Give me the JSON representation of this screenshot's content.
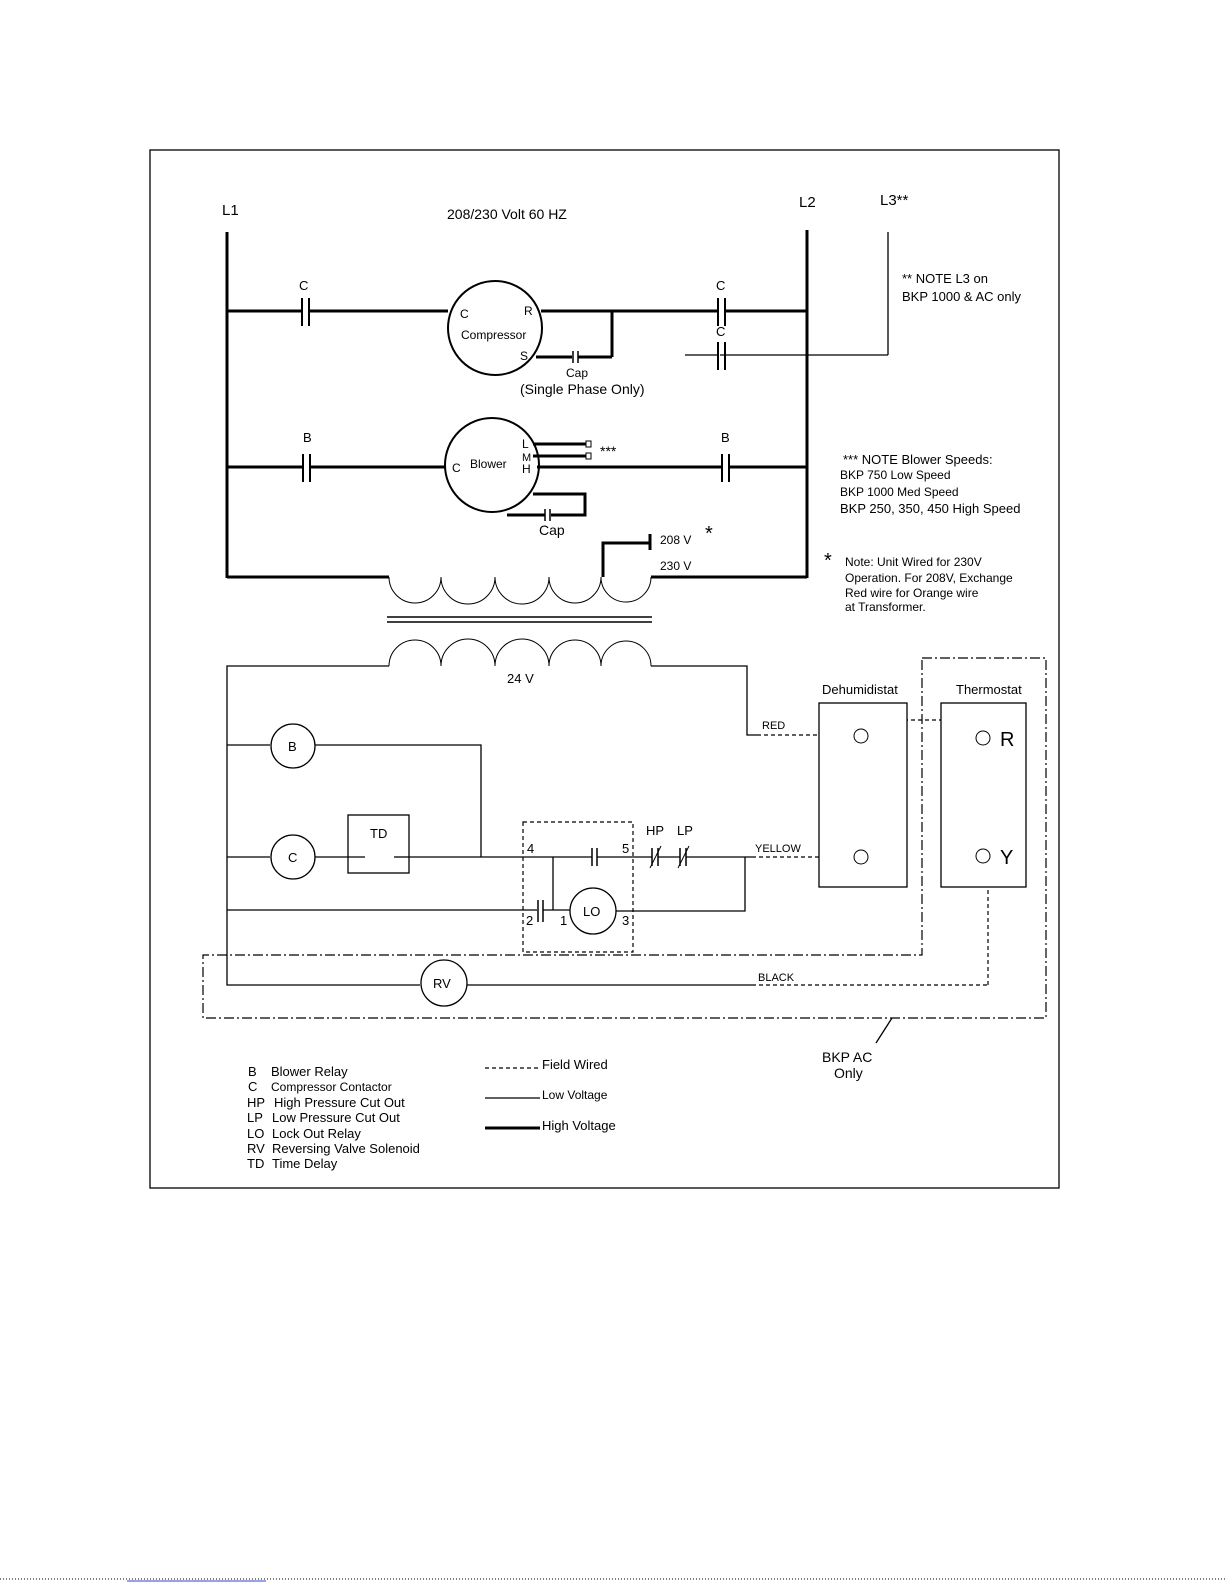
{
  "header": {
    "l1": "L1",
    "l2": "L2",
    "l3": "L3**",
    "supply": "208/230 Volt  60 HZ"
  },
  "notes": {
    "l3_note_line1": "**  NOTE   L3 on",
    "l3_note_line2": "BKP 1000 & AC only",
    "blower_note_title": "***  NOTE  Blower Speeds:",
    "blower_note_lines": [
      "BKP 750 Low Speed",
      "BKP 1000 Med Speed",
      "BKP 250, 350, 450 High Speed"
    ],
    "star": "*",
    "xfmr_note_lines": [
      "Note: Unit Wired for 230V",
      "Operation. For 208V, Exchange",
      "Red wire for Orange wire",
      "at Transformer."
    ]
  },
  "components": {
    "contactor_c": "C",
    "contactor_b": "B",
    "compressor": {
      "name": "Compressor",
      "c": "C",
      "r": "R",
      "s": "S",
      "cap": "Cap",
      "single_phase": "(Single Phase Only)"
    },
    "blower": {
      "name": "Blower",
      "c": "C",
      "l": "L",
      "m": "M",
      "h": "H",
      "stars": "***",
      "cap": "Cap"
    },
    "transformer": {
      "tap_208": "208 V",
      "tap_230": "230 V",
      "secondary": "24 V"
    },
    "relay_b": "B",
    "relay_c": "C",
    "relay_rv": "RV",
    "time_delay": "TD",
    "lockout": {
      "name": "LO",
      "t1": "1",
      "t2": "2",
      "t3": "3",
      "t4": "4",
      "t5": "5"
    },
    "hp": "HP",
    "lp": "LP"
  },
  "wires": {
    "red": "RED",
    "yellow": "YELLOW",
    "black": "BLACK"
  },
  "devices": {
    "dehumidistat": "Dehumidistat",
    "thermostat": "Thermostat",
    "terminal_r": "R",
    "terminal_y": "Y",
    "bkp_ac_line1": "BKP AC",
    "bkp_ac_line2": "Only"
  },
  "legend": {
    "abbreviations": [
      {
        "code": "B",
        "desc": "Blower Relay"
      },
      {
        "code": "C",
        "desc": "Compressor Contactor"
      },
      {
        "code": "HP",
        "desc": "High Pressure Cut Out"
      },
      {
        "code": "LP",
        "desc": "Low Pressure Cut Out"
      },
      {
        "code": "LO",
        "desc": "Lock Out Relay"
      },
      {
        "code": "RV",
        "desc": "Reversing Valve Solenoid"
      },
      {
        "code": "TD",
        "desc": "Time Delay"
      }
    ],
    "line_types": {
      "field": "Field Wired",
      "low": "Low Voltage",
      "high": "High Voltage"
    }
  }
}
